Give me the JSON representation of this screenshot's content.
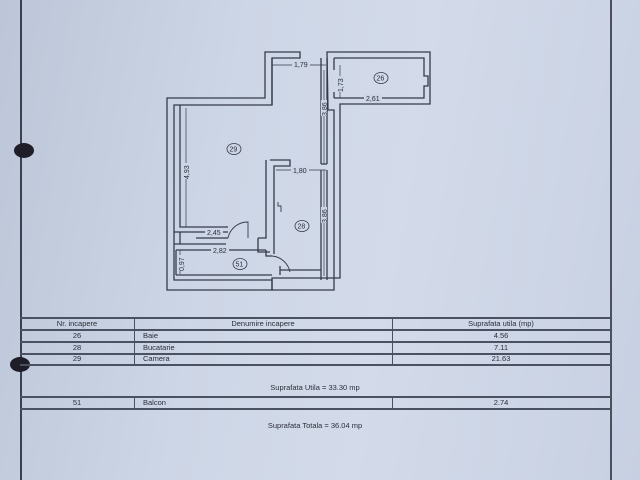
{
  "floor_plan": {
    "rooms": [
      {
        "id": "26",
        "label": "26"
      },
      {
        "id": "28",
        "label": "28"
      },
      {
        "id": "29",
        "label": "29"
      },
      {
        "id": "51",
        "label": "51"
      }
    ],
    "dimensions": {
      "d_179": "1,79",
      "d_173": "1,73",
      "d_261": "2,61",
      "d_386a": "3,86",
      "d_180": "1,80",
      "d_386b": "3,86",
      "d_493": "4,93",
      "d_245": "2,45",
      "d_282": "2,82",
      "d_097": "0,97"
    }
  },
  "table": {
    "headers": {
      "nr": "Nr. incapere",
      "denumire": "Denumire incapere",
      "suprafata": "Suprafata utila (mp)"
    },
    "rows": [
      {
        "nr": "26",
        "denumire": "Baie",
        "suprafata": "4.56"
      },
      {
        "nr": "28",
        "denumire": "Bucatarie",
        "suprafata": "7.11"
      },
      {
        "nr": "29",
        "denumire": "Camera",
        "suprafata": "21.63"
      }
    ],
    "suprafata_utila": "Suprafata Utila = 33.30 mp",
    "balcon_row": {
      "nr": "51",
      "denumire": "Balcon",
      "suprafata": "2.74"
    },
    "suprafata_totala": "Suprafata Totala = 36.04 mp"
  }
}
